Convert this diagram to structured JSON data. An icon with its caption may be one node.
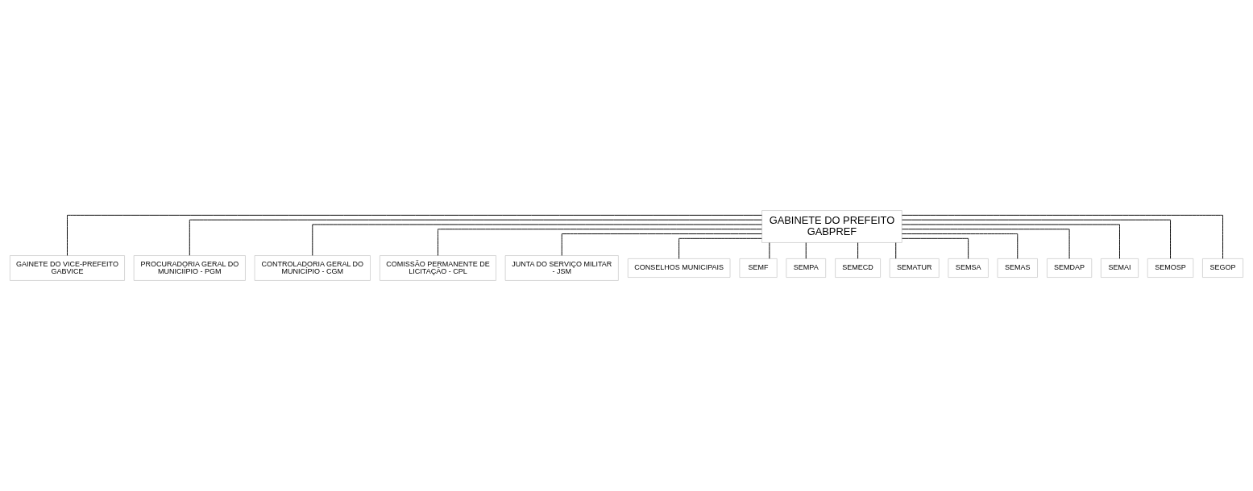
{
  "diagram": {
    "nodes": [
      {
        "text": [
          "GABINETE DO PREFEITO GABPREF"
        ]
      },
      {
        "text": [
          "GAINETE DO VICE-PREFEITO GABVICE"
        ]
      },
      {
        "text": [
          "PROCURADORIA GERAL DO MUNICIÍPIO - PGM"
        ]
      },
      {
        "text": [
          "CONTROLADORIA GERAL DO MUNICÍPIO - CGM"
        ]
      },
      {
        "text": [
          "COMISSÃO PERMANENTE DE LICITAÇÃO - CPL"
        ]
      },
      {
        "text": [
          "JUNTA DO SERVIÇO MILITAR - JSM"
        ]
      },
      {
        "text": [
          "CONSELHOS MUNICIPAIS"
        ]
      },
      {
        "text": [
          "SEMF"
        ]
      },
      {
        "text": [
          "SEMPA"
        ]
      },
      {
        "text": [
          "SEMECD"
        ]
      },
      {
        "text": [
          "SEMATUR"
        ]
      },
      {
        "text": [
          "SEMSA"
        ]
      },
      {
        "text": [
          "SEMAS"
        ]
      },
      {
        "text": [
          "SEMDAP"
        ]
      },
      {
        "text": [
          "SEMAI"
        ]
      },
      {
        "text": [
          "SEMOSP"
        ]
      },
      {
        "text": [
          "SEGOP"
        ]
      }
    ],
    "edges": [
      {
        "from": 0,
        "to": 1,
        "arrow": "none"
      },
      {
        "from": 0,
        "to": 2,
        "arrow": "none"
      },
      {
        "from": 0,
        "to": 3,
        "arrow": "none"
      },
      {
        "from": 0,
        "to": 4,
        "arrow": "none"
      },
      {
        "from": 0,
        "to": 5,
        "arrow": "none"
      },
      {
        "from": 0,
        "to": 6,
        "arrow": "none"
      },
      {
        "from": 0,
        "to": 7,
        "arrow": "none"
      },
      {
        "from": 0,
        "to": 8,
        "arrow": "none"
      },
      {
        "from": 0,
        "to": 9,
        "arrow": "none"
      },
      {
        "from": 0,
        "to": 10,
        "arrow": "none"
      },
      {
        "from": 0,
        "to": 11,
        "arrow": "none"
      },
      {
        "from": 0,
        "to": 12,
        "arrow": "none"
      },
      {
        "from": 0,
        "to": 13,
        "arrow": "none"
      },
      {
        "from": 0,
        "to": 14,
        "arrow": "none"
      },
      {
        "from": 0,
        "to": 15,
        "arrow": "none"
      },
      {
        "from": 0,
        "to": 16,
        "arrow": "none"
      }
    ]
  }
}
